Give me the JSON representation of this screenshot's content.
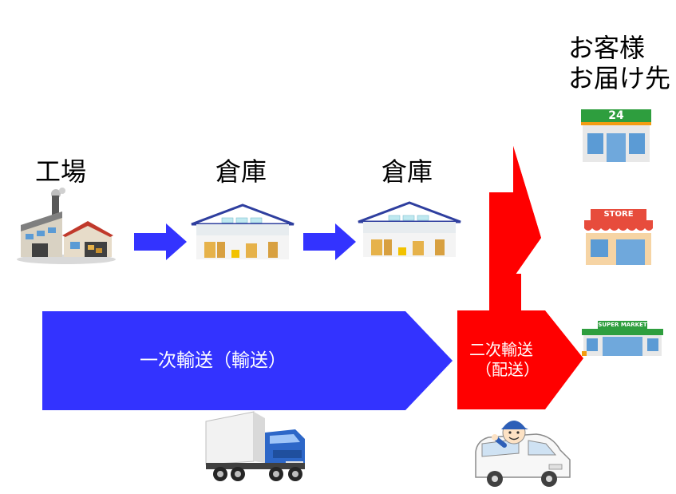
{
  "labels": {
    "factory": "工場",
    "warehouse_1": "倉庫",
    "warehouse_2": "倉庫",
    "destination_line1": "お客様",
    "destination_line2": "お届け先"
  },
  "arrows": {
    "primary_line1": "一次輸送（輸送）",
    "secondary_line1": "二次輸送",
    "secondary_line2": "（配送）"
  },
  "signs": {
    "convenience": "24",
    "store": "STORE",
    "supermarket": "SUPER MARKET"
  },
  "colors": {
    "blue": "#3333ff",
    "red": "#ff0000"
  }
}
